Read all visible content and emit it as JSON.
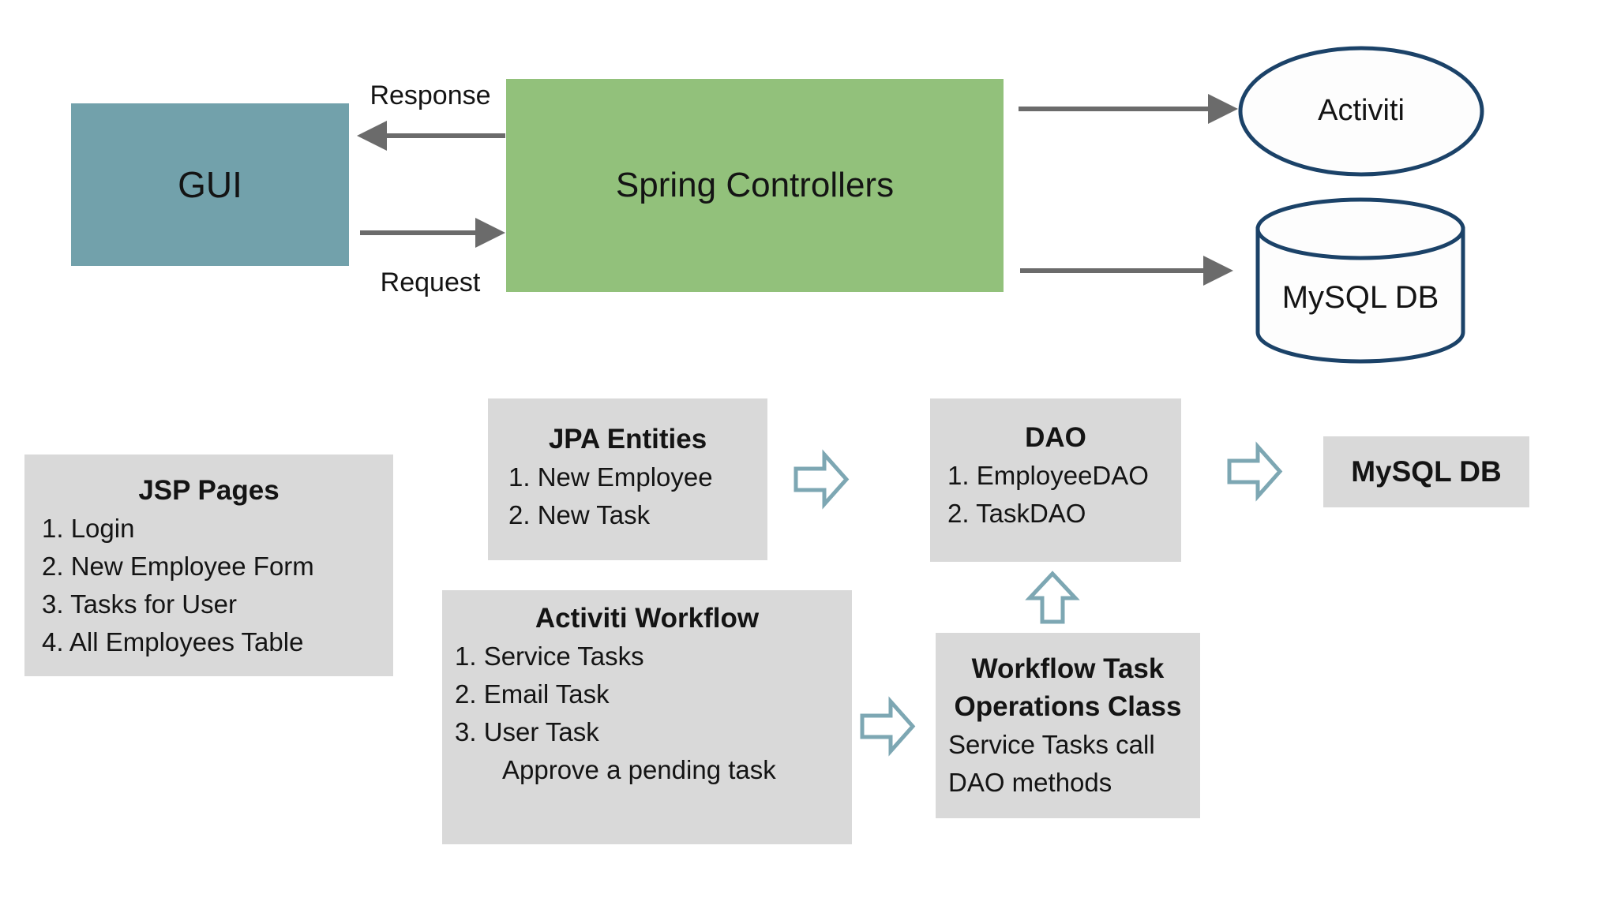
{
  "labels": {
    "response": "Response",
    "request": "Request"
  },
  "boxes": {
    "gui": {
      "label": "GUI"
    },
    "spring": {
      "label": "Spring Controllers"
    },
    "activiti_ellipse": {
      "label": "Activiti"
    },
    "mysql_cylinder": {
      "label": "MySQL DB"
    },
    "jsp_pages": {
      "title": "JSP Pages",
      "items": [
        "1. Login",
        "2. New Employee Form",
        "3. Tasks for User",
        "4. All Employees Table"
      ]
    },
    "jpa_entities": {
      "title": "JPA Entities",
      "items": [
        "1. New Employee",
        "2. New Task"
      ]
    },
    "dao": {
      "title": "DAO",
      "items": [
        "1. EmployeeDAO",
        "2. TaskDAO"
      ]
    },
    "mysql_db": {
      "label": "MySQL DB"
    },
    "activiti_workflow": {
      "title": "Activiti Workflow",
      "items": [
        "1. Service Tasks",
        "2. Email Task",
        "3. User Task"
      ],
      "note": "Approve a pending task"
    },
    "workflow_ops": {
      "title_lines": [
        "Workflow Task",
        "Operations Class"
      ],
      "body_lines": [
        "Service Tasks call",
        "DAO methods"
      ]
    }
  },
  "colors": {
    "background": "#FFFFFF",
    "gui_fill": "#72A1AB",
    "spring_fill": "#92C17B",
    "gray_box_fill": "#D9D9D9",
    "shape_outline_navy": "#1B4268",
    "arrow_gray": "#6B6B6B",
    "block_arrow_teal": "#7DA7B3",
    "text": "#141414"
  }
}
